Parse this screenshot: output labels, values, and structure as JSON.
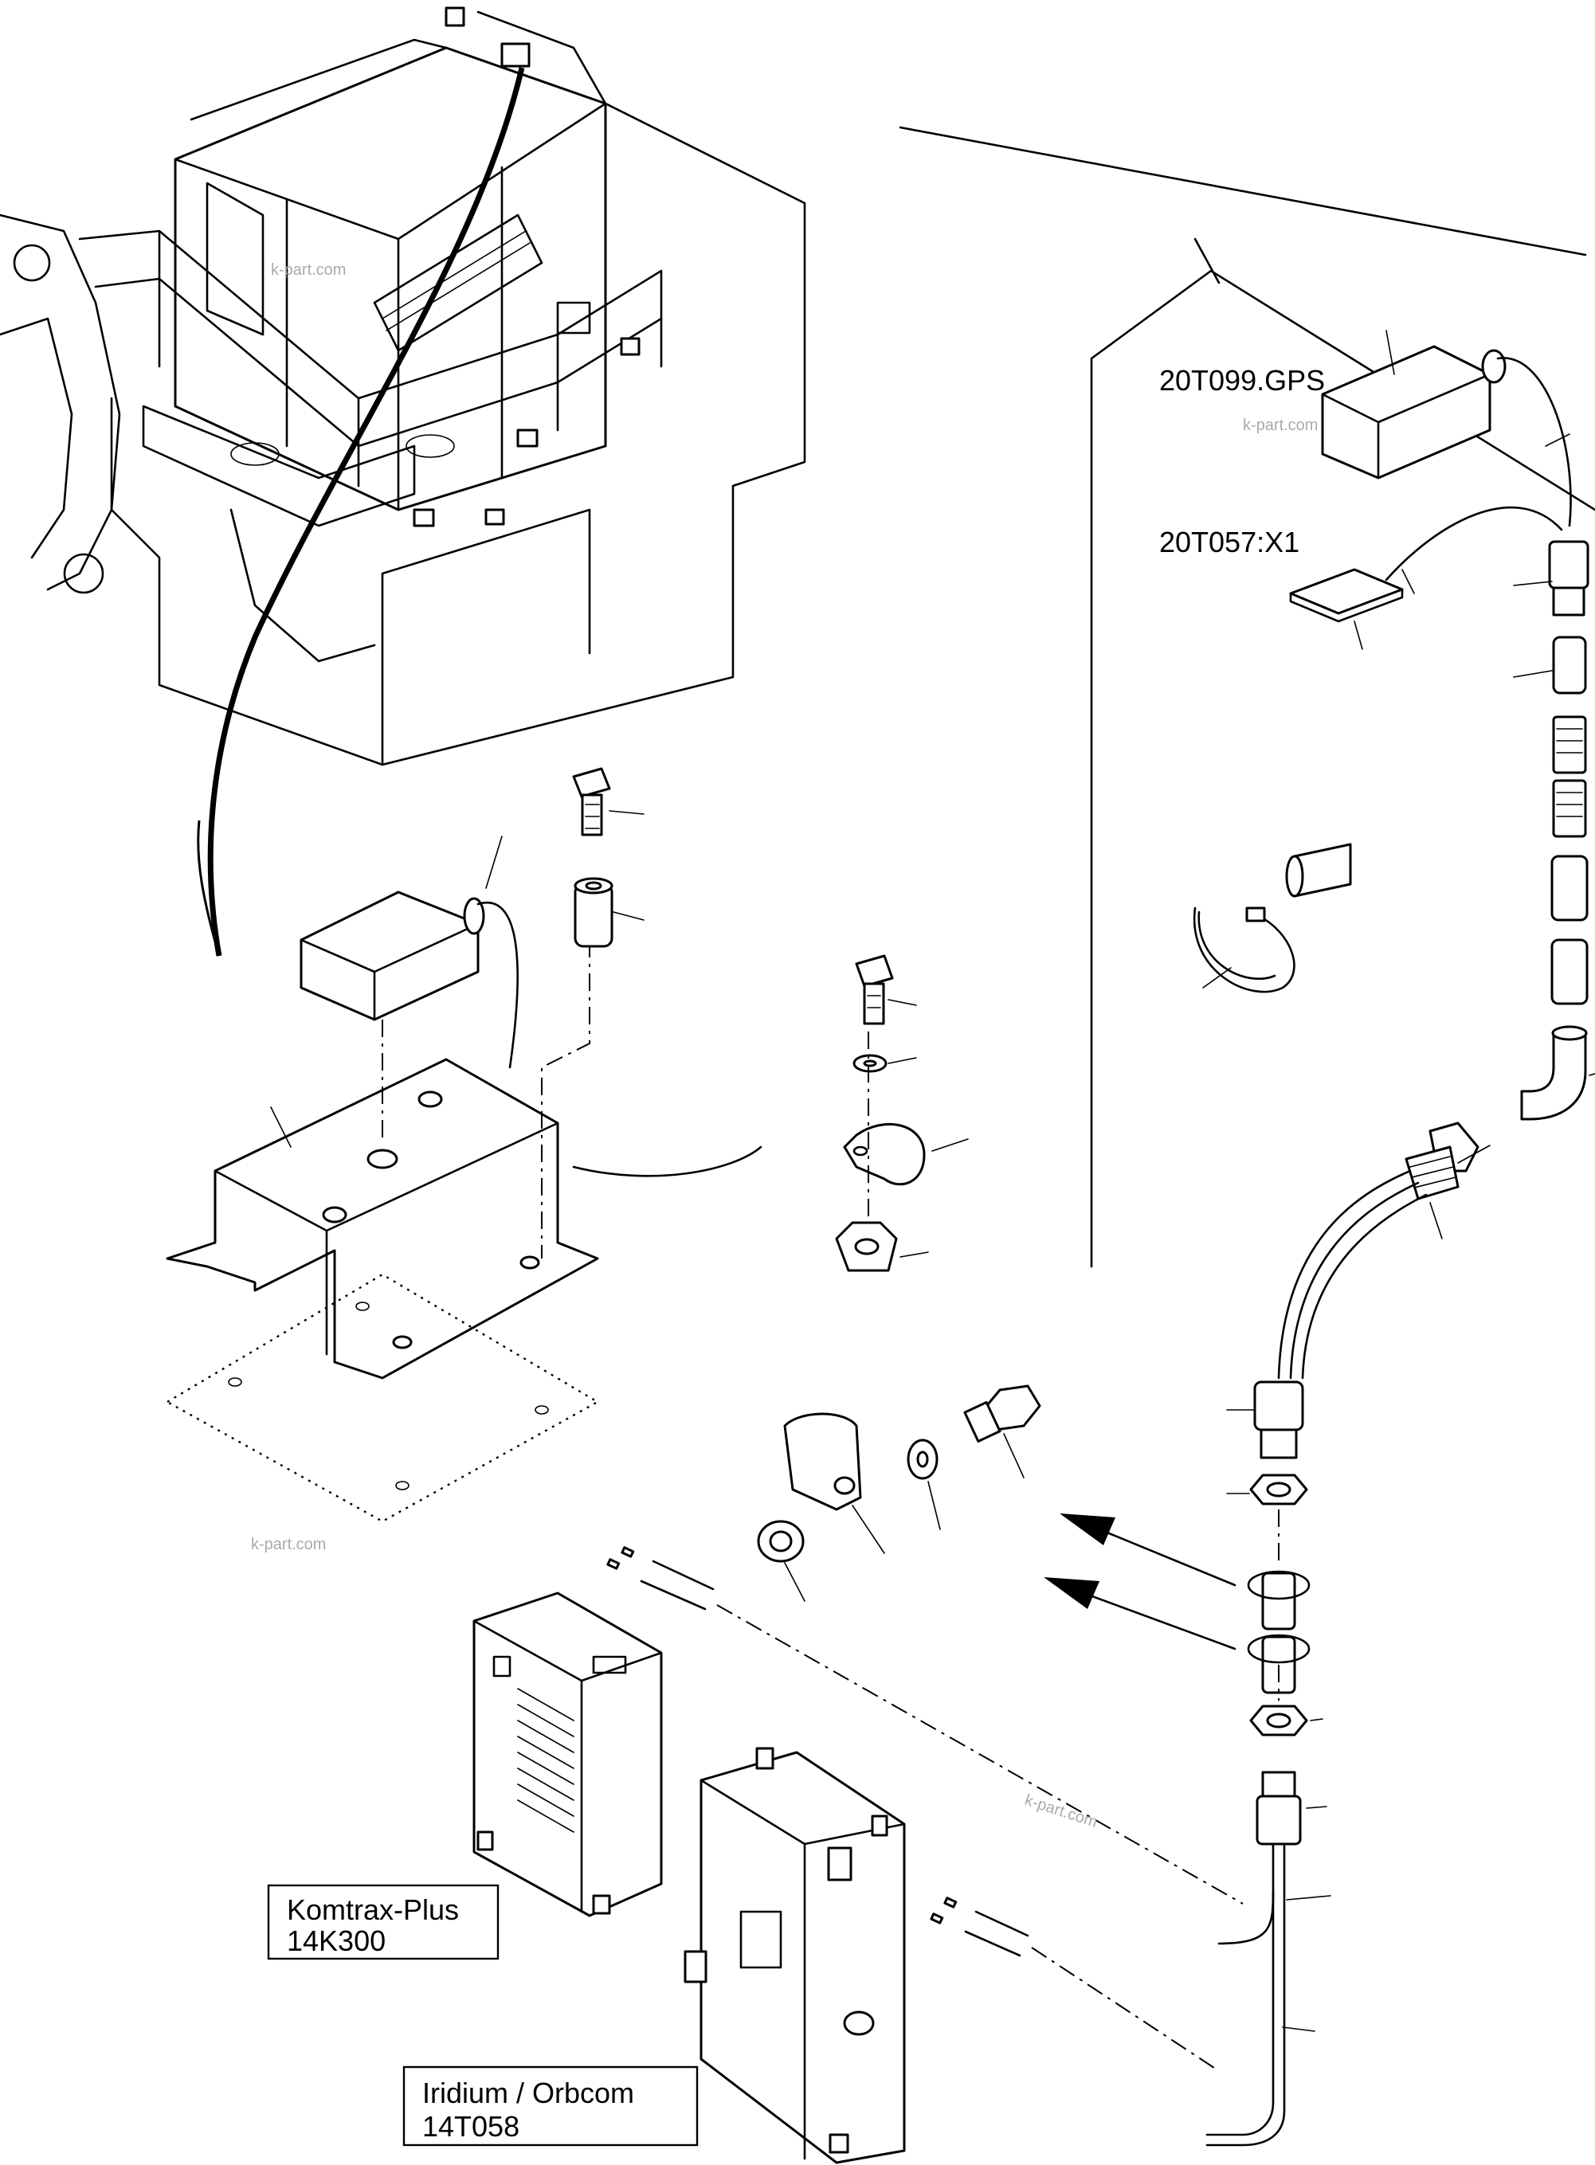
{
  "labels": {
    "gps_antenna": "20T099.GPS",
    "connector_x1": "20T057:X1",
    "komtrax_line1": "Komtrax-Plus",
    "komtrax_line2": "14K300",
    "iridium_line1": "Iridium / Orbcom",
    "iridium_line2": "14T058"
  },
  "watermarks": [
    "k-part.com",
    "k-part.com",
    "k-part.com",
    "k-part.com"
  ]
}
